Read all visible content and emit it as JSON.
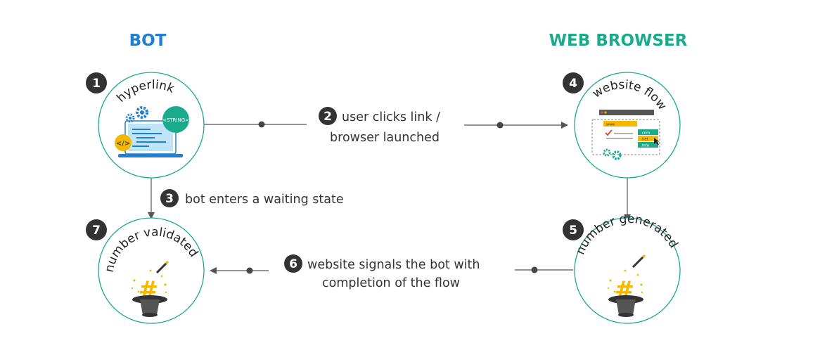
{
  "columns": {
    "bot": {
      "title": "BOT",
      "color": "#1f7fd0"
    },
    "browser": {
      "title": "WEB BROWSER",
      "color": "#1aaa8c"
    }
  },
  "steps": [
    {
      "number": "1",
      "label": "hyperlink"
    },
    {
      "number": "2",
      "label_lines": [
        "user clicks link /",
        "browser launched"
      ]
    },
    {
      "number": "3",
      "label": "bot enters a waiting state"
    },
    {
      "number": "4",
      "label": "website flow"
    },
    {
      "number": "5",
      "label": "number generated"
    },
    {
      "number": "6",
      "label_lines": [
        "website signals the bot with",
        "completion of the flow"
      ]
    },
    {
      "number": "7",
      "label": "number validated"
    }
  ],
  "illustrations": {
    "code_badge": "</>",
    "code_bubble": "<STRING>",
    "browser_search_text": "www",
    "domain_options": [
      ".com",
      ".net",
      ".info"
    ],
    "hash_symbol": "#"
  },
  "colors": {
    "node_ring": "#1aaa8c",
    "badge": "#333333",
    "connector": "#555555",
    "accent_yellow": "#f5b800",
    "accent_teal": "#1aaa8c",
    "accent_blue": "#1f7fd0"
  }
}
